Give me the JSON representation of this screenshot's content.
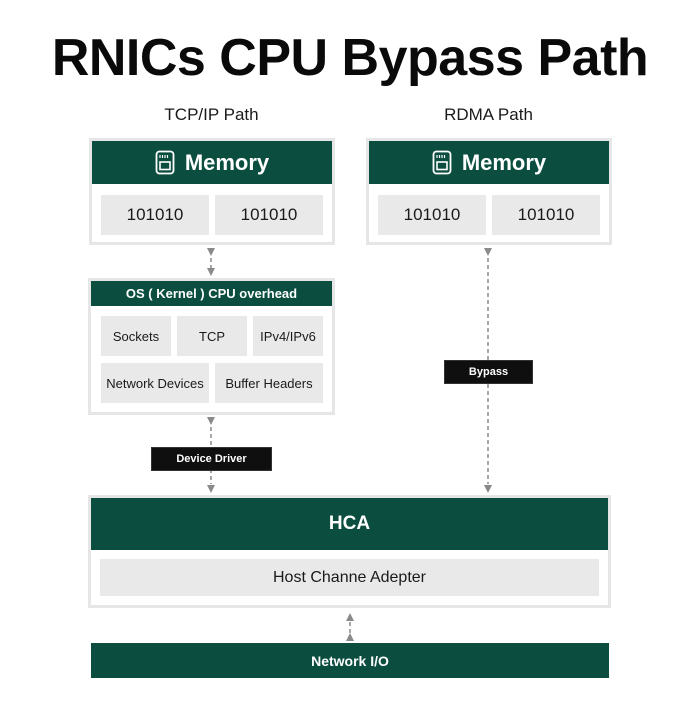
{
  "title": "RNICs CPU Bypass Path",
  "tcp_path": {
    "label": "TCP/IP Path",
    "memory": {
      "icon": "memory-card-icon",
      "header": "Memory",
      "cells": [
        "101010",
        "101010"
      ]
    },
    "os": {
      "header": "OS ( Kernel ) CPU overhead",
      "row1": [
        "Sockets",
        "TCP",
        "IPv4/IPv6"
      ],
      "row2": [
        "Network Devices",
        "Buffer Headers"
      ]
    },
    "driver_tag": "Device Driver"
  },
  "rdma_path": {
    "label": "RDMA Path",
    "memory": {
      "icon": "memory-card-icon",
      "header": "Memory",
      "cells": [
        "101010",
        "101010"
      ]
    },
    "bypass_tag": "Bypass"
  },
  "hca": {
    "header": "HCA",
    "subtitle": "Host Channe Adepter"
  },
  "network_io": "Network I/O",
  "colors": {
    "header_green": "#0b4e40",
    "cell_grey": "#e9e9e9",
    "tag_black": "#0f0f0f",
    "connector_grey": "#8a8a8a"
  }
}
